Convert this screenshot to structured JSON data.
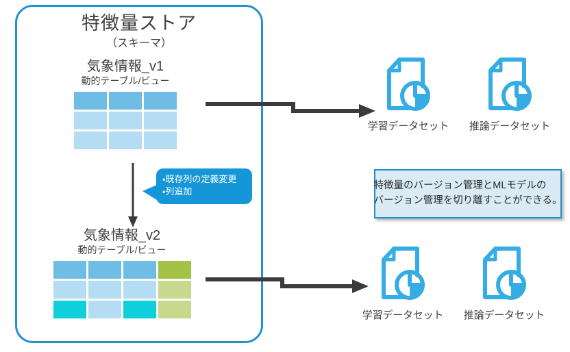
{
  "store": {
    "title": "特徴量ストア",
    "subtitle": "（スキーマ）"
  },
  "tables": {
    "v1": {
      "name": "気象情報_v1",
      "subtitle": "動的テーブル/ビュー",
      "columns": 3,
      "rows": 3,
      "cells": [
        [
          "#6FBCE5",
          "#6FBCE5",
          "#6FBCE5"
        ],
        [
          "#B4DCF2",
          "#B4DCF2",
          "#B4DCF2"
        ],
        [
          "#B4DCF2",
          "#B4DCF2",
          "#B4DCF2"
        ]
      ]
    },
    "v2": {
      "name": "気象情報_v2",
      "subtitle": "動的テーブル/ビュー",
      "columns": 4,
      "rows": 3,
      "cells": [
        [
          "#6FBCE5",
          "#6FBCE5",
          "#6FBCE5",
          "#A4C246"
        ],
        [
          "#B4DCF2",
          "#B4DCF2",
          "#B4DCF2",
          "#C7D98C"
        ],
        [
          "#0FCFDB",
          "#B4DCF2",
          "#0FCFDB",
          "#C7D98C"
        ]
      ]
    }
  },
  "callout": {
    "lines": [
      "・既存列の定義変更",
      "・列追加"
    ],
    "background": "#1596D8",
    "text_color": "#FFFFFF"
  },
  "datasets": {
    "train_label": "学習データセット",
    "infer_label": "推論データセット",
    "icon_color": "#35ADE4",
    "icon_name": "document-pie-chart-icon"
  },
  "note": {
    "line1": "特徴量のバージョン管理とMLモデルの",
    "line2": "バージョン管理を切り離すことができる。",
    "background": "#DAEBF5",
    "border": "#2391CE"
  },
  "theme": {
    "store_border": "#2391CE",
    "arrow_color": "#3B3B3B",
    "text_color": "#3F3F3F"
  }
}
